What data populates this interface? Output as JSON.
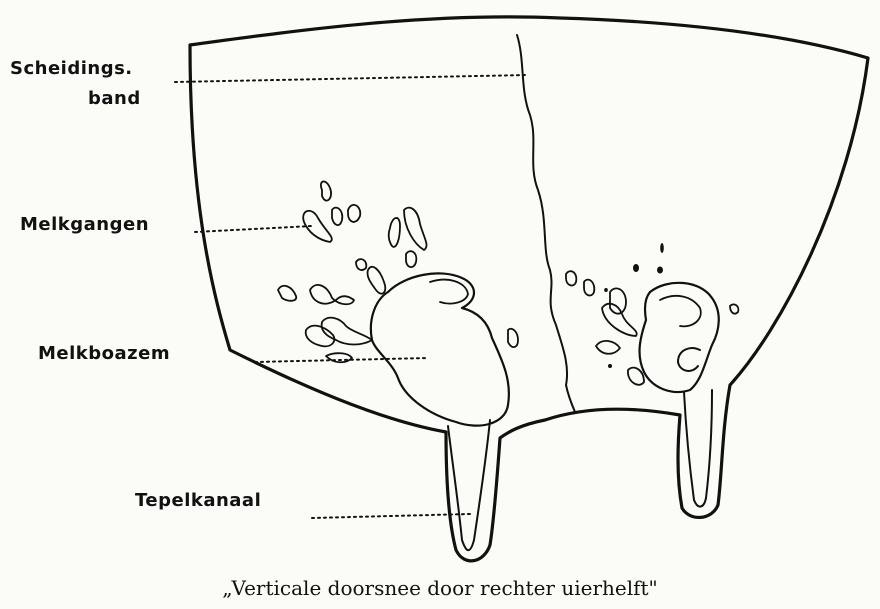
{
  "labels": {
    "scheidingsband_line1": "Scheidings.",
    "scheidingsband_line2": "band",
    "melkgangen": "Melkgangen",
    "melkboazem": "Melkboazem",
    "tepelkanaal": "Tepelkanaal"
  },
  "caption": "„Verticale doorsnee door rechter uierhelft\""
}
